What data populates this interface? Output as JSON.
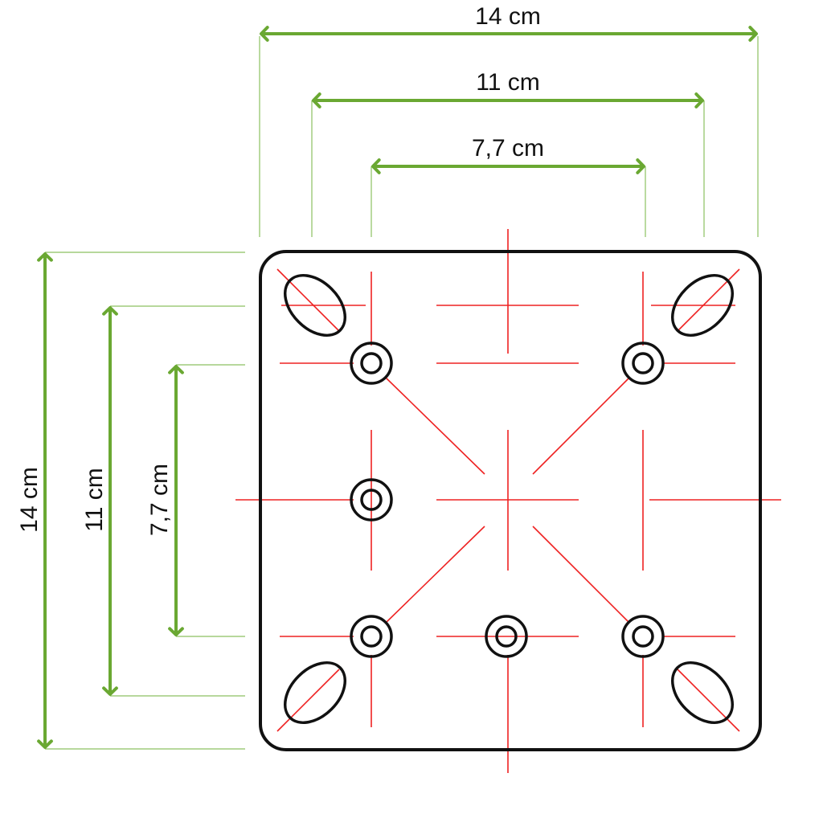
{
  "colors": {
    "dimension": "#6aa832",
    "extension": "#8cc060",
    "centerline": "#ee2222",
    "outline": "#111111"
  },
  "horizontal_dimensions": [
    {
      "label": "14 cm",
      "value_cm": 14
    },
    {
      "label": "11 cm",
      "value_cm": 11
    },
    {
      "label": "7,7 cm",
      "value_cm": 7.7
    }
  ],
  "vertical_dimensions": [
    {
      "label": "14 cm",
      "value_cm": 14
    },
    {
      "label": "11 cm",
      "value_cm": 11
    },
    {
      "label": "7,7 cm",
      "value_cm": 7.7
    }
  ]
}
